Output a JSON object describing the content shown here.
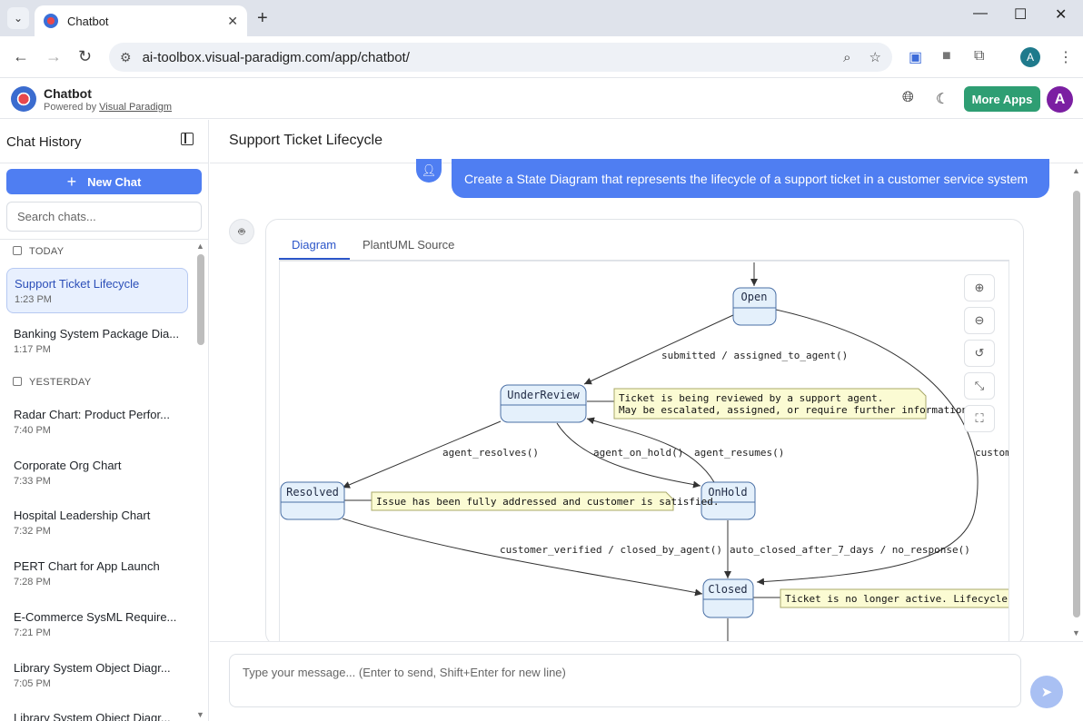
{
  "browser": {
    "tab_title": "Chatbot",
    "url": "ai-toolbox.visual-paradigm.com/app/chatbot/",
    "profile_initial": "A"
  },
  "app": {
    "name": "Chatbot",
    "powered_by": "Powered by",
    "powered_link": "Visual Paradigm",
    "more_apps": "More Apps",
    "avatar_initial": "A"
  },
  "sidebar": {
    "title": "Chat History",
    "new_chat": "New Chat",
    "search_placeholder": "Search chats...",
    "groups": {
      "today": "TODAY",
      "yesterday": "YESTERDAY"
    },
    "items": [
      {
        "title": "Support Ticket Lifecycle",
        "time": "1:23 PM"
      },
      {
        "title": "Banking System Package Dia...",
        "time": "1:17 PM"
      },
      {
        "title": "Radar Chart: Product Perfor...",
        "time": "7:40 PM"
      },
      {
        "title": "Corporate Org Chart",
        "time": "7:33 PM"
      },
      {
        "title": "Hospital Leadership Chart",
        "time": "7:32 PM"
      },
      {
        "title": "PERT Chart for App Launch",
        "time": "7:28 PM"
      },
      {
        "title": "E-Commerce SysML Require...",
        "time": "7:21 PM"
      },
      {
        "title": "Library System Object Diagr...",
        "time": "7:05 PM"
      },
      {
        "title": "Library System Object Diagr...",
        "time": ""
      }
    ]
  },
  "main": {
    "title": "Support Ticket Lifecycle",
    "user_message": "Create a State Diagram that represents the lifecycle of a support ticket in a customer service system",
    "tabs": [
      "Diagram",
      "PlantUML Source"
    ],
    "input_placeholder": "Type your message... (Enter to send, Shift+Enter for new line)"
  },
  "diagram": {
    "states": {
      "open": "Open",
      "under_review": "UnderReview",
      "resolved": "Resolved",
      "on_hold": "OnHold",
      "closed": "Closed"
    },
    "transitions": {
      "submitted": "submitted / assigned_to_agent()",
      "resolves": "agent_resolves()",
      "on_hold": "agent_on_hold()",
      "resumes": "agent_resumes()",
      "custom": "custom",
      "verified": "customer_verified / closed_by_agent()",
      "auto_closed": "auto_closed_after_7_days / no_response()"
    },
    "notes": {
      "under_review_1": "Ticket is being reviewed by a support agent.",
      "under_review_2": "May be escalated, assigned, or require further information.",
      "resolved": "Issue has been fully addressed and customer is satisfied.",
      "closed": "Ticket is no longer active. Lifecycle complete"
    }
  }
}
